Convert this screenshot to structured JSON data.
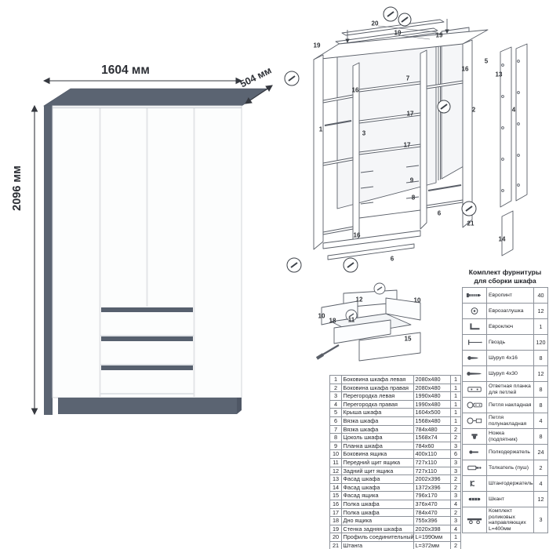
{
  "dimensions": {
    "width": "1604 мм",
    "depth": "504 мм",
    "height": "2096 мм"
  },
  "parts": {
    "rows": [
      {
        "num": "1",
        "name": "Боковина шкафа левая",
        "size": "2080x480",
        "qty": "1"
      },
      {
        "num": "2",
        "name": "Боковина шкафа правая",
        "size": "2080x480",
        "qty": "1"
      },
      {
        "num": "3",
        "name": "Перегородка левая",
        "size": "1990x480",
        "qty": "1"
      },
      {
        "num": "4",
        "name": "Перегородка правая",
        "size": "1990x480",
        "qty": "1"
      },
      {
        "num": "5",
        "name": "Крыша шкафа",
        "size": "1604x500",
        "qty": "1"
      },
      {
        "num": "6",
        "name": "Вязка шкафа",
        "size": "1568x480",
        "qty": "1"
      },
      {
        "num": "7",
        "name": "Вязка шкафа",
        "size": "784x480",
        "qty": "2"
      },
      {
        "num": "8",
        "name": "Цоколь шкафа",
        "size": "1568x74",
        "qty": "2"
      },
      {
        "num": "9",
        "name": "Планка шкафа",
        "size": "784x60",
        "qty": "3"
      },
      {
        "num": "10",
        "name": "Боковина ящика",
        "size": "400x110",
        "qty": "6"
      },
      {
        "num": "11",
        "name": "Передний щит ящика",
        "size": "727x110",
        "qty": "3"
      },
      {
        "num": "12",
        "name": "Задний щит ящика",
        "size": "727x110",
        "qty": "3"
      },
      {
        "num": "13",
        "name": "Фасад шкафа",
        "size": "2002x396",
        "qty": "2"
      },
      {
        "num": "14",
        "name": "Фасад шкафа",
        "size": "1372x396",
        "qty": "2"
      },
      {
        "num": "15",
        "name": "Фасад ящика",
        "size": "796x170",
        "qty": "3"
      },
      {
        "num": "16",
        "name": "Полка шкафа",
        "size": "376x470",
        "qty": "4"
      },
      {
        "num": "17",
        "name": "Полка шкафа",
        "size": "784x470",
        "qty": "2"
      },
      {
        "num": "18",
        "name": "Дно ящика",
        "size": "755x396",
        "qty": "3"
      },
      {
        "num": "19",
        "name": "Стенка задняя шкафа",
        "size": "2020x398",
        "qty": "4"
      },
      {
        "num": "20",
        "name": "Профиль соединительный",
        "size": "L=1990мм",
        "qty": "1"
      },
      {
        "num": "21",
        "name": "Штанга",
        "size": "L=372мм",
        "qty": "2"
      }
    ]
  },
  "hardware": {
    "title_line1": "Комплект фурнитуры",
    "title_line2": "для сборки шкафа",
    "items": [
      {
        "name": "Европинт",
        "qty": "40",
        "icon": "confirmat-icon",
        "icon_ref": "#ic-confirmat"
      },
      {
        "name": "Еврозаглушка",
        "qty": "12",
        "icon": "cap-icon",
        "icon_ref": "#ic-cap"
      },
      {
        "name": "Евроключ",
        "qty": "1",
        "icon": "hex-key-icon",
        "icon_ref": "#ic-key"
      },
      {
        "name": "Гвоздь",
        "qty": "120",
        "icon": "nail-icon",
        "icon_ref": "#ic-nail"
      },
      {
        "name": "Шуруп 4x16",
        "qty": "8",
        "icon": "screw-icon",
        "icon_ref": "#ic-screw16"
      },
      {
        "name": "Шуруп 4x30",
        "qty": "12",
        "icon": "screw-icon",
        "icon_ref": "#ic-screw30"
      },
      {
        "name": "Ответная планка для петлей",
        "qty": "8",
        "icon": "hinge-plate-icon",
        "icon_ref": "#ic-plate"
      },
      {
        "name": "Петля накладная",
        "qty": "8",
        "icon": "hinge-icon",
        "icon_ref": "#ic-hinge"
      },
      {
        "name": "Петля полунакладная",
        "qty": "4",
        "icon": "hinge-icon",
        "icon_ref": "#ic-hinge2"
      },
      {
        "name": "Ножка (подпятник)",
        "qty": "8",
        "icon": "leg-icon",
        "icon_ref": "#ic-leg"
      },
      {
        "name": "Полкодержатель",
        "qty": "24",
        "icon": "shelf-pin-icon",
        "icon_ref": "#ic-pin"
      },
      {
        "name": "Толкатель (пуш)",
        "qty": "2",
        "icon": "push-latch-icon",
        "icon_ref": "#ic-push"
      },
      {
        "name": "Штангодержатель",
        "qty": "4",
        "icon": "rod-holder-icon",
        "icon_ref": "#ic-holder"
      },
      {
        "name": "Шкант",
        "qty": "12",
        "icon": "dowel-icon",
        "icon_ref": "#ic-dowel"
      },
      {
        "name": "Комплект роликовых направляющих L=400мм",
        "qty": "3",
        "icon": "drawer-rail-icon",
        "icon_ref": "#ic-rail"
      }
    ]
  },
  "diagram": {
    "callouts": [
      {
        "label": "20",
        "style": "left:120px;top:22px"
      },
      {
        "label": "19",
        "style": "left:149px;top:34px"
      },
      {
        "label": "19",
        "style": "left:46px;top:50px"
      },
      {
        "label": "19",
        "style": "left:202px;top:37px"
      },
      {
        "label": "5",
        "style": "left:262px;top:70px"
      },
      {
        "label": "16",
        "style": "left:235px;top:80px"
      },
      {
        "label": "7",
        "style": "left:162px;top:92px"
      },
      {
        "label": "16",
        "style": "left:95px;top:107px"
      },
      {
        "label": "2",
        "style": "left:246px;top:132px"
      },
      {
        "label": "17",
        "style": "left:165px;top:137px"
      },
      {
        "label": "1",
        "style": "left:51px;top:157px"
      },
      {
        "label": "3",
        "style": "left:106px;top:162px"
      },
      {
        "label": "17",
        "style": "left:161px;top:177px"
      },
      {
        "label": "9",
        "style": "left:167px;top:222px"
      },
      {
        "label": "8",
        "style": "left:169px;top:244px"
      },
      {
        "label": "6",
        "style": "left:202px;top:264px"
      },
      {
        "label": "16",
        "style": "left:97px;top:292px"
      },
      {
        "label": "13",
        "style": "left:278px;top:87px"
      },
      {
        "label": "4",
        "style": "left:297px;top:132px"
      },
      {
        "label": "21",
        "style": "left:242px;top:277px"
      },
      {
        "label": "14",
        "style": "left:282px;top:297px"
      },
      {
        "label": "6",
        "style": "left:142px;top:322px"
      }
    ]
  },
  "drawer_diagram": {
    "callouts": [
      {
        "label": "12",
        "style": "left:60px;top:24px"
      },
      {
        "label": "10",
        "style": "left:12px;top:45px"
      },
      {
        "label": "10",
        "style": "left:134px;top:25px"
      },
      {
        "label": "18",
        "style": "left:26px;top:51px"
      },
      {
        "label": "11",
        "style": "left:50px;top:50px"
      },
      {
        "label": "15",
        "style": "left:122px;top:74px"
      }
    ]
  }
}
